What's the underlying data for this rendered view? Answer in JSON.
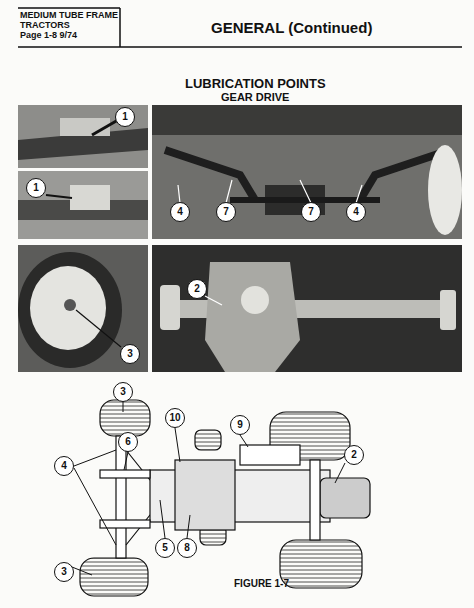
{
  "diagram": {
    "title": "GENERAL (Continued)",
    "caption": "FIGURE 1-7",
    "nodes": [
      {
        "text": [
          "MEDIUM TUBE FRAME TRACTORS",
          "Page 1-8 9/74"
        ]
      }
    ],
    "labels": [
      "LUBRICATION POINTS",
      "GEAR DRIVE",
      "1",
      "1",
      "4",
      "7",
      "7",
      "4",
      "3",
      "2",
      "3",
      "10",
      "9",
      "2",
      "6",
      "4",
      "5",
      "8",
      "3"
    ]
  }
}
